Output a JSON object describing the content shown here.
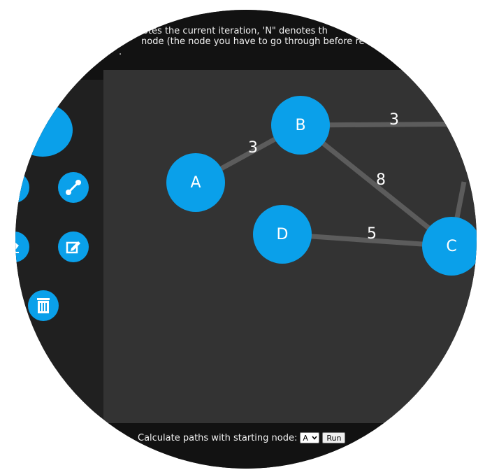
{
  "instructions": {
    "line1": "otes the current iteration, 'N\" denotes th",
    "line2": "node (the node you have to go through before re",
    "line3": "."
  },
  "toolbar": {
    "tools": [
      {
        "icon": "add-node-icon"
      },
      {
        "icon": "move-node-icon"
      },
      {
        "icon": "add-edge-icon"
      },
      {
        "icon": "erase-icon"
      },
      {
        "icon": "edit-icon"
      },
      {
        "icon": "trash-icon"
      }
    ]
  },
  "graph": {
    "nodes": [
      {
        "id": "A",
        "label": "A"
      },
      {
        "id": "B",
        "label": "B"
      },
      {
        "id": "C",
        "label": "C"
      },
      {
        "id": "D",
        "label": "D"
      }
    ],
    "edges": [
      {
        "from": "A",
        "to": "B",
        "weight": "3"
      },
      {
        "from": "B",
        "to": "C",
        "weight": "8"
      },
      {
        "from": "D",
        "to": "C",
        "weight": "5"
      },
      {
        "from": "B",
        "to": "off-right",
        "weight": "3"
      }
    ],
    "colors": {
      "node": "#0aa0ea",
      "edge": "#5c5c5c",
      "canvas": "#333333"
    }
  },
  "controls": {
    "calc_label": "Calculate paths with starting node:",
    "start_node": "A",
    "run_label": "Run"
  }
}
